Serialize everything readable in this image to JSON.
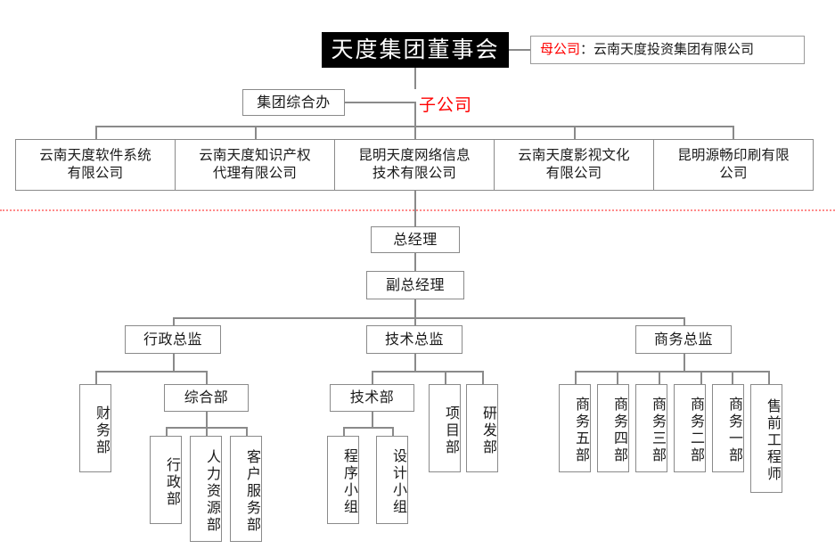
{
  "meta": {
    "title": "天度集团组织架构图",
    "background": "#ffffff",
    "line_color": "#8a8a8a",
    "accent_red": "#ff0000",
    "divider_color": "#ff8a8a",
    "root_fill": "#000000",
    "root_text": "#ffffff"
  },
  "board": {
    "label": "天度集团董事会"
  },
  "parent_note": {
    "prefix": "母公司",
    "separator": "：",
    "company": "云南天度投资集团有限公司"
  },
  "group_office": {
    "label": "集团综合办"
  },
  "subsidiary_label": {
    "text": "子公司"
  },
  "subsidiaries": [
    {
      "label": "云南天度软件系统\n有限公司"
    },
    {
      "label": "云南天度知识产权\n代理有限公司"
    },
    {
      "label": "昆明天度网络信息\n技术有限公司"
    },
    {
      "label": "云南天度影视文化\n有限公司"
    },
    {
      "label": "昆明源畅印刷有限\n公司"
    }
  ],
  "management": {
    "general_manager": {
      "label": "总经理"
    },
    "deputy_general_manager": {
      "label": "副总经理"
    }
  },
  "directors": [
    {
      "label": "行政总监"
    },
    {
      "label": "技术总监"
    },
    {
      "label": "商务总监"
    }
  ],
  "admin_branch": {
    "finance": {
      "label": "财务部"
    },
    "general_affairs": {
      "label": "综合部"
    },
    "children": [
      {
        "label": "行政部"
      },
      {
        "label": "人力资源部"
      },
      {
        "label": "客户服务部"
      }
    ]
  },
  "tech_branch": {
    "tech_dept": {
      "label": "技术部"
    },
    "project_dept": {
      "label": "项目部"
    },
    "rd_dept": {
      "label": "研发部"
    },
    "tech_children": [
      {
        "label": "程序小组"
      },
      {
        "label": "设计小组"
      }
    ]
  },
  "business_branch": {
    "children": [
      {
        "label": "商务五部"
      },
      {
        "label": "商务四部"
      },
      {
        "label": "商务三部"
      },
      {
        "label": "商务二部"
      },
      {
        "label": "商务一部"
      },
      {
        "label": "售前工程师"
      }
    ]
  }
}
